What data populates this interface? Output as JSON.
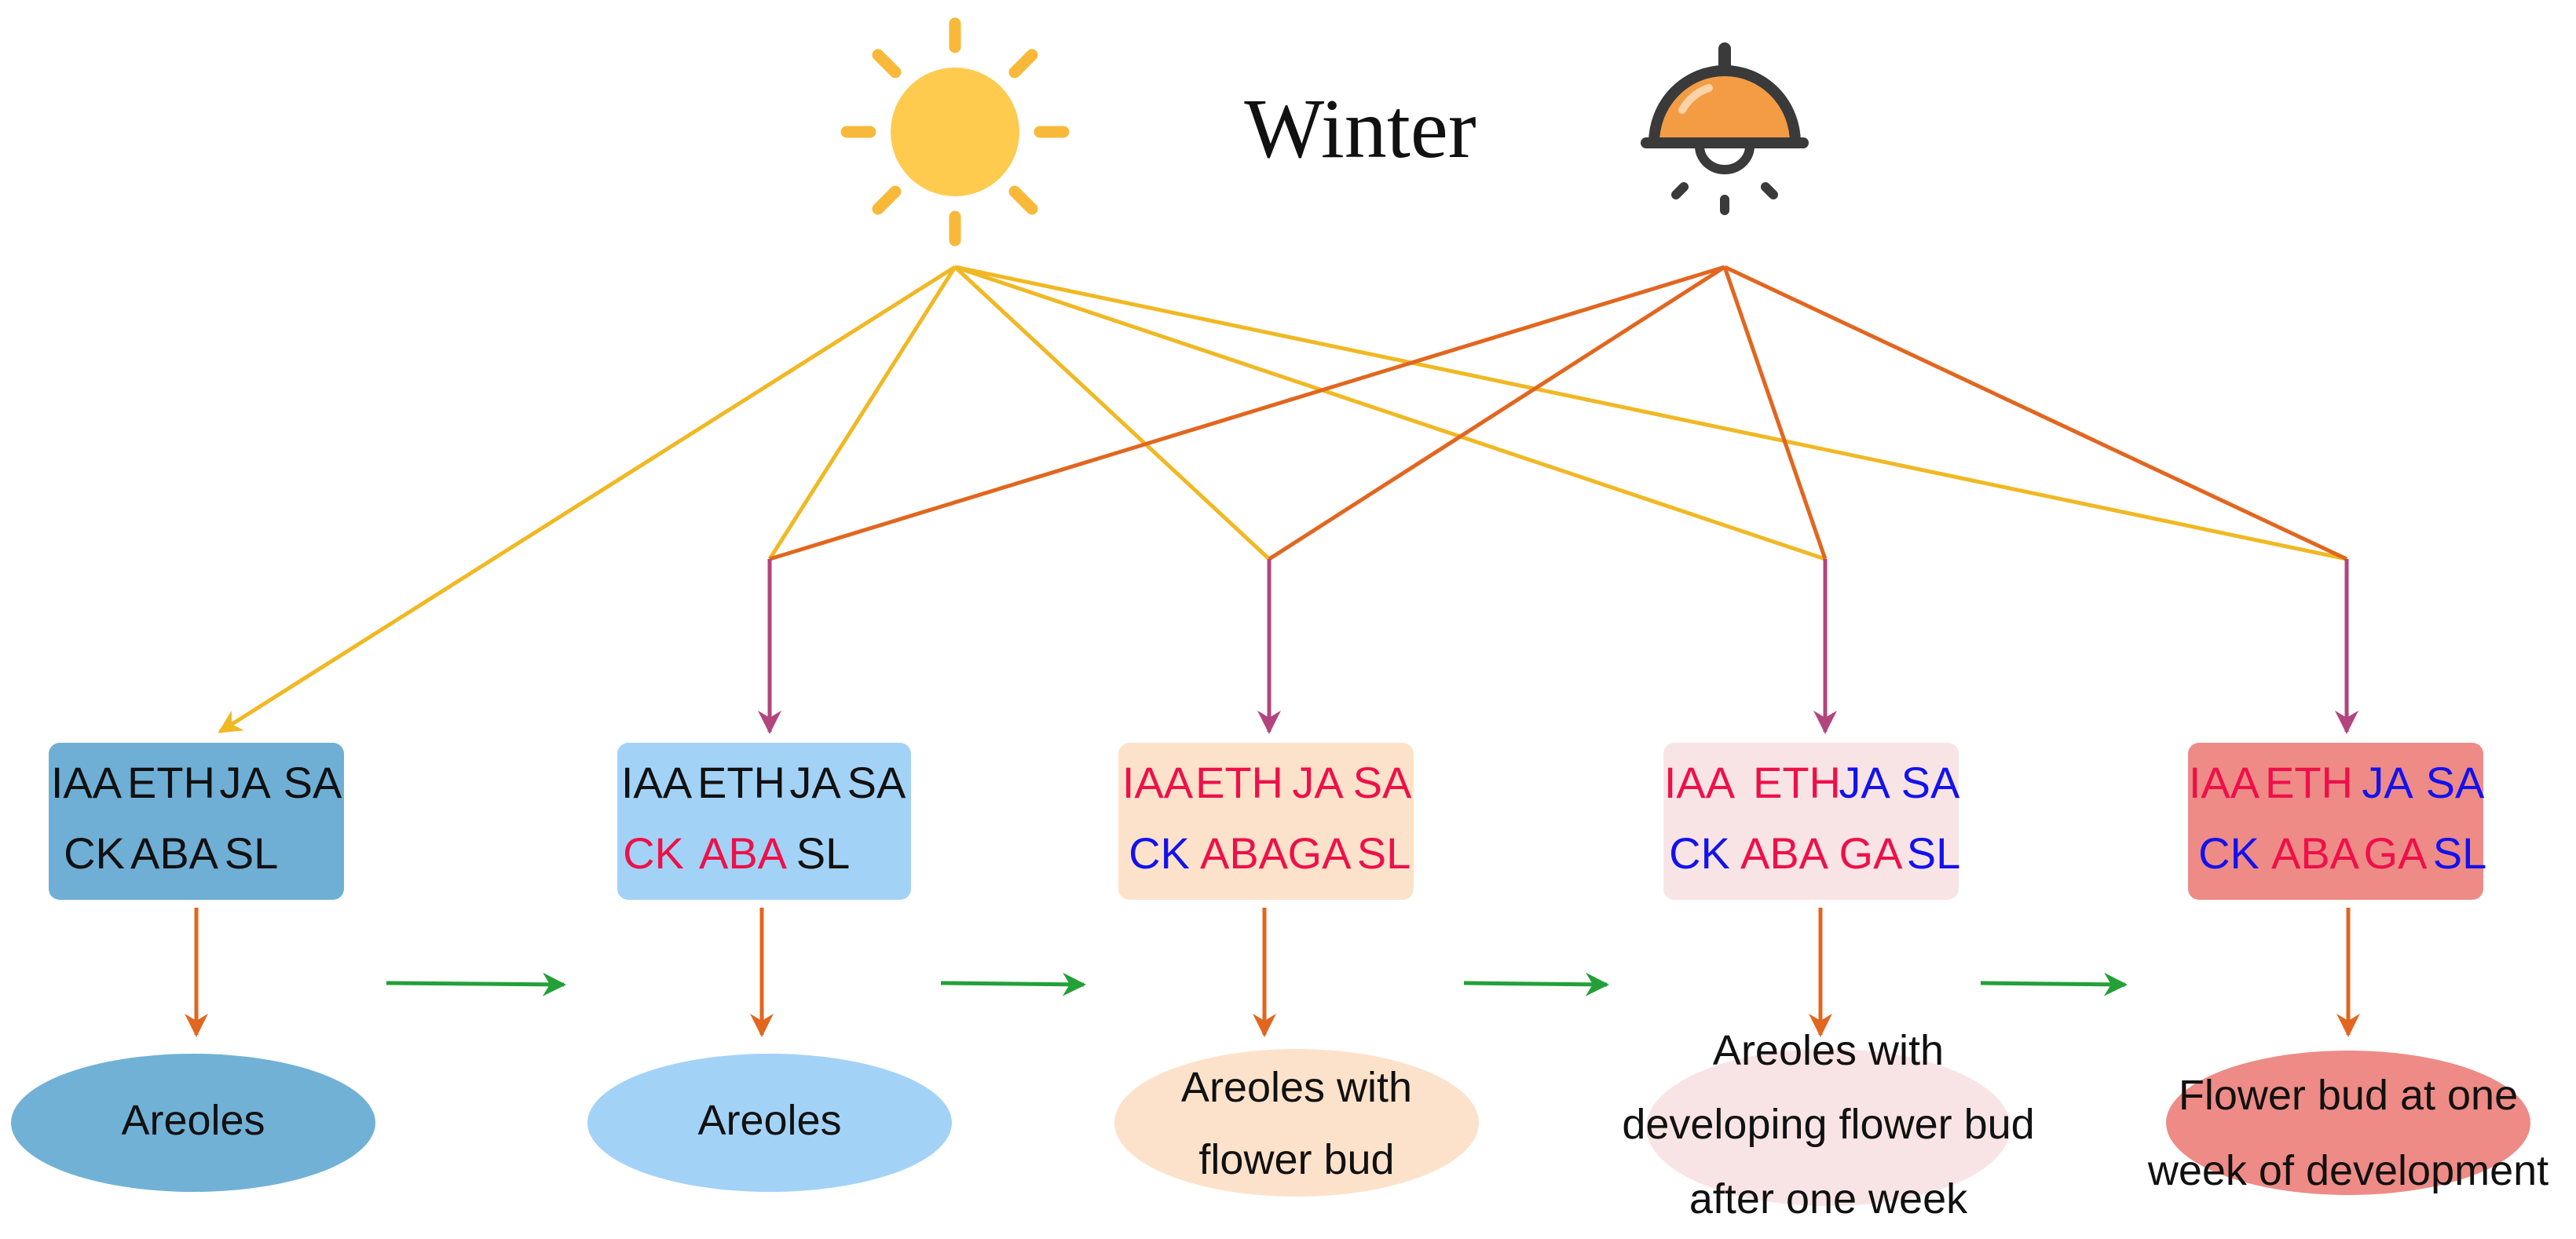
{
  "title": "Winter",
  "icons": {
    "sun": "sun-icon",
    "lamp": "lamp-icon"
  },
  "colors": {
    "sun_line": "#F0B823",
    "lamp_line": "#E2661F",
    "down_arrow": "#B2447E",
    "result_arrow": "#E2661F",
    "stage_arrow": "#23A038",
    "red_text": "#EE1049",
    "blue_text": "#1212EE",
    "black_text": "#111111"
  },
  "stages": [
    {
      "box_color": "#6FAFD6",
      "ellipse_color": "#72B1D6",
      "row1": [
        {
          "text": "IAA",
          "color": "black"
        },
        {
          "text": "ETH",
          "color": "black"
        },
        {
          "text": "JA",
          "color": "black"
        },
        {
          "text": "SA",
          "color": "black"
        }
      ],
      "row2": [
        {
          "text": "CK",
          "color": "black"
        },
        {
          "text": "ABA",
          "color": "black"
        },
        {
          "text": "SL",
          "color": "black"
        }
      ],
      "label": [
        "Areoles"
      ]
    },
    {
      "box_color": "#A3D2F7",
      "ellipse_color": "#A3D2F7",
      "row1": [
        {
          "text": "IAA",
          "color": "black"
        },
        {
          "text": "ETH",
          "color": "black"
        },
        {
          "text": "JA",
          "color": "black"
        },
        {
          "text": "SA",
          "color": "black"
        }
      ],
      "row2": [
        {
          "text": "CK",
          "color": "red"
        },
        {
          "text": "ABA",
          "color": "red"
        },
        {
          "text": "SL",
          "color": "black"
        }
      ],
      "label": [
        "Areoles"
      ]
    },
    {
      "box_color": "#FDE2CB",
      "ellipse_color": "#FDE2CB",
      "row1": [
        {
          "text": "IAA",
          "color": "red"
        },
        {
          "text": "ETH",
          "color": "red"
        },
        {
          "text": "JA",
          "color": "red"
        },
        {
          "text": "SA",
          "color": "red"
        }
      ],
      "row2": [
        {
          "text": "CK",
          "color": "blue"
        },
        {
          "text": "ABA",
          "color": "red"
        },
        {
          "text": "GA",
          "color": "red"
        },
        {
          "text": "SL",
          "color": "red"
        }
      ],
      "label": [
        "Areoles with",
        "flower bud"
      ]
    },
    {
      "box_color": "#F9E4E5",
      "ellipse_color": "#F9E4E5",
      "row1": [
        {
          "text": "IAA",
          "color": "red"
        },
        {
          "text": "ETH",
          "color": "red"
        },
        {
          "text": "JA",
          "color": "blue"
        },
        {
          "text": "SA",
          "color": "blue"
        }
      ],
      "row2": [
        {
          "text": "CK",
          "color": "blue"
        },
        {
          "text": "ABA",
          "color": "red"
        },
        {
          "text": "GA",
          "color": "red"
        },
        {
          "text": "SL",
          "color": "blue"
        }
      ],
      "label": [
        "Areoles with",
        "developing flower bud",
        "after one week"
      ]
    },
    {
      "box_color": "#EE8B86",
      "ellipse_color": "#EE8B86",
      "row1": [
        {
          "text": "IAA",
          "color": "red"
        },
        {
          "text": "ETH",
          "color": "red"
        },
        {
          "text": "JA",
          "color": "blue"
        },
        {
          "text": "SA",
          "color": "blue"
        }
      ],
      "row2": [
        {
          "text": "CK",
          "color": "blue"
        },
        {
          "text": "ABA",
          "color": "red"
        },
        {
          "text": "GA",
          "color": "red"
        },
        {
          "text": "SL",
          "color": "blue"
        }
      ],
      "label": [
        "Flower bud at one",
        "week of development"
      ]
    }
  ]
}
